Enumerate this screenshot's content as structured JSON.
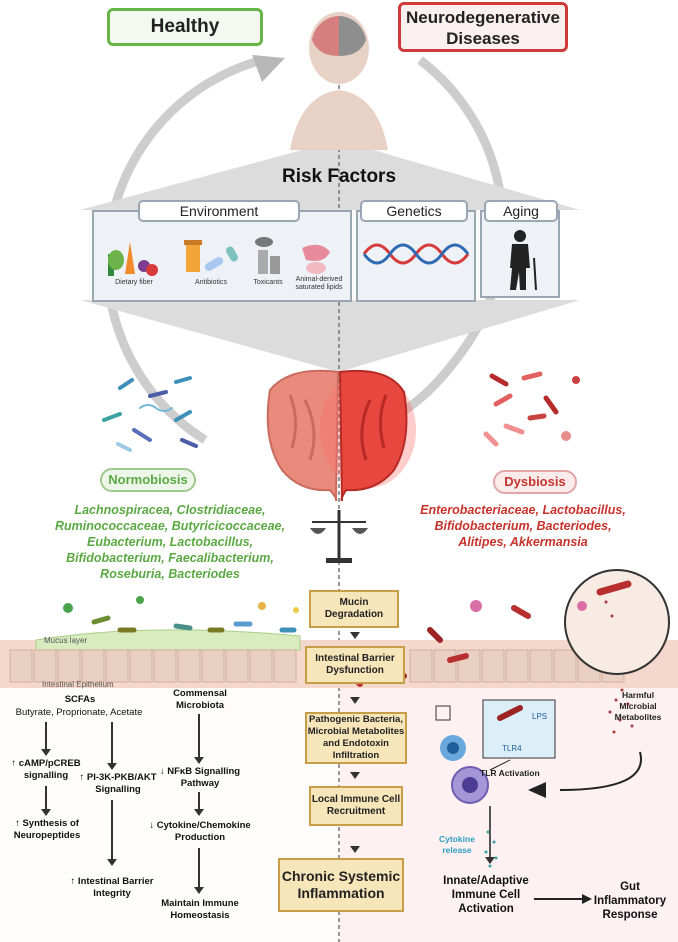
{
  "top": {
    "healthy_label": "Healthy",
    "disease_label_line1": "Neurodegenerative",
    "disease_label_line2": "Diseases"
  },
  "risk": {
    "title": "Risk Factors",
    "environment": {
      "label": "Environment",
      "items": [
        "Dietary fiber",
        "Antibiotics",
        "Toxicants",
        "Animal-derived saturated lipids"
      ]
    },
    "genetics_label": "Genetics",
    "aging_label": "Aging"
  },
  "states": {
    "normobiosis_label": "Normobiosis",
    "dysbiosis_label": "Dysbiosis",
    "normobiosis_taxa": [
      "Lachnospiracea, Clostridiaceae,",
      "Ruminococcaceae, Butyricicoccaceae,",
      "Eubacterium, Lactobacillus,",
      "Bifidobacterium, Faecalibacterium,",
      "Roseburia, Bacteriodes"
    ],
    "dysbiosis_taxa": [
      "Enterobacteriaceae, Lactobacillus,",
      "Bifidobacterium, Bacteriodes,",
      "Alitipes, Akkermansia"
    ]
  },
  "gut": {
    "mucus_label": "Mucus layer",
    "epithelium_label": "Intestinal Epithelium",
    "harmful_label": "Harmful Microbial Metabolites",
    "lps_label": "LPS",
    "tlr4_label": "TLR4",
    "tlr_activation_label": "TLR Activation",
    "cytokine_release_label": "Cytokine release"
  },
  "flow": [
    "Mucin Degradation",
    "Intestinal Barrier Dysfunction",
    "Pathogenic Bacteria, Microbial Metabolites and Endotoxin Infiltration",
    "Local Immune Cell Recruitment",
    "Chronic Systemic Inflammation"
  ],
  "healthy_path": {
    "scfa_title": "SCFAs",
    "scfa_list": "Butyrate, Proprionate, Acetate",
    "camp": "↑ cAMP/pCREB signalling",
    "neuropeptides": "↑ Synthesis of Neuropeptides",
    "pi3k": "↑ PI-3K-PKB/AKT Signalling",
    "barrier": "↑ Intestinal Barrier Integrity",
    "commensal": "Commensal Microbiota",
    "nfkb": "↓ NFκB Signalling Pathway",
    "cytokine": "↓ Cytokine/Chemokine Production",
    "homeostasis": "Maintain Immune Homeostasis"
  },
  "disease_path": {
    "innate": "Innate/Adaptive Immune Cell Activation",
    "gut_inflammatory": "Gut Inflammatory Response"
  },
  "colors": {
    "green": "#5aa942",
    "red": "#c8332c",
    "flow_box": "#f6e6b9",
    "flow_border": "#c79d47"
  }
}
